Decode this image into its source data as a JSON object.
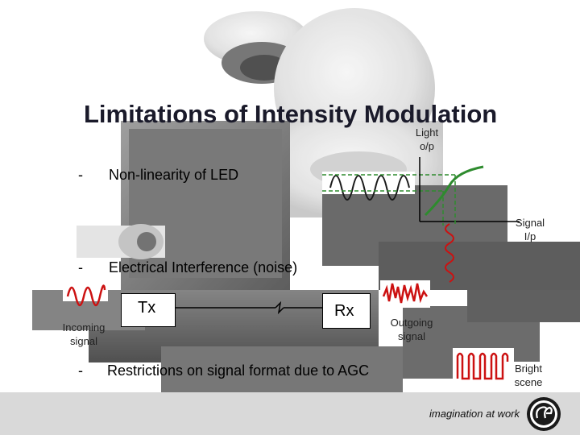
{
  "slide": {
    "title": "Limitations of Intensity Modulation",
    "bullets": [
      {
        "dash": "-",
        "text": "Non-linearity of LED"
      },
      {
        "dash": "-",
        "text": "Electrical Interference (noise)"
      },
      {
        "dash": "-",
        "text": "Restrictions on signal format due to AGC"
      }
    ],
    "graph": {
      "light_label_1": "Light",
      "light_label_2": "o/p",
      "signal_label_1": "Signal",
      "signal_label_2": "I/p"
    },
    "link": {
      "tx": "Tx",
      "rx": "Rx",
      "incoming_1": "Incoming",
      "incoming_2": "signal",
      "outgoing_1": "Outgoing",
      "outgoing_2": "signal"
    },
    "agc": {
      "bright_1": "Bright",
      "bright_2": "scene"
    },
    "footer": {
      "tagline": "imagination at work"
    }
  },
  "colors": {
    "curve": "#2e8b2e",
    "wave_red": "#cc1111",
    "wave_dark": "#1a1a1a",
    "footer_bg": "#d9d9d9"
  }
}
